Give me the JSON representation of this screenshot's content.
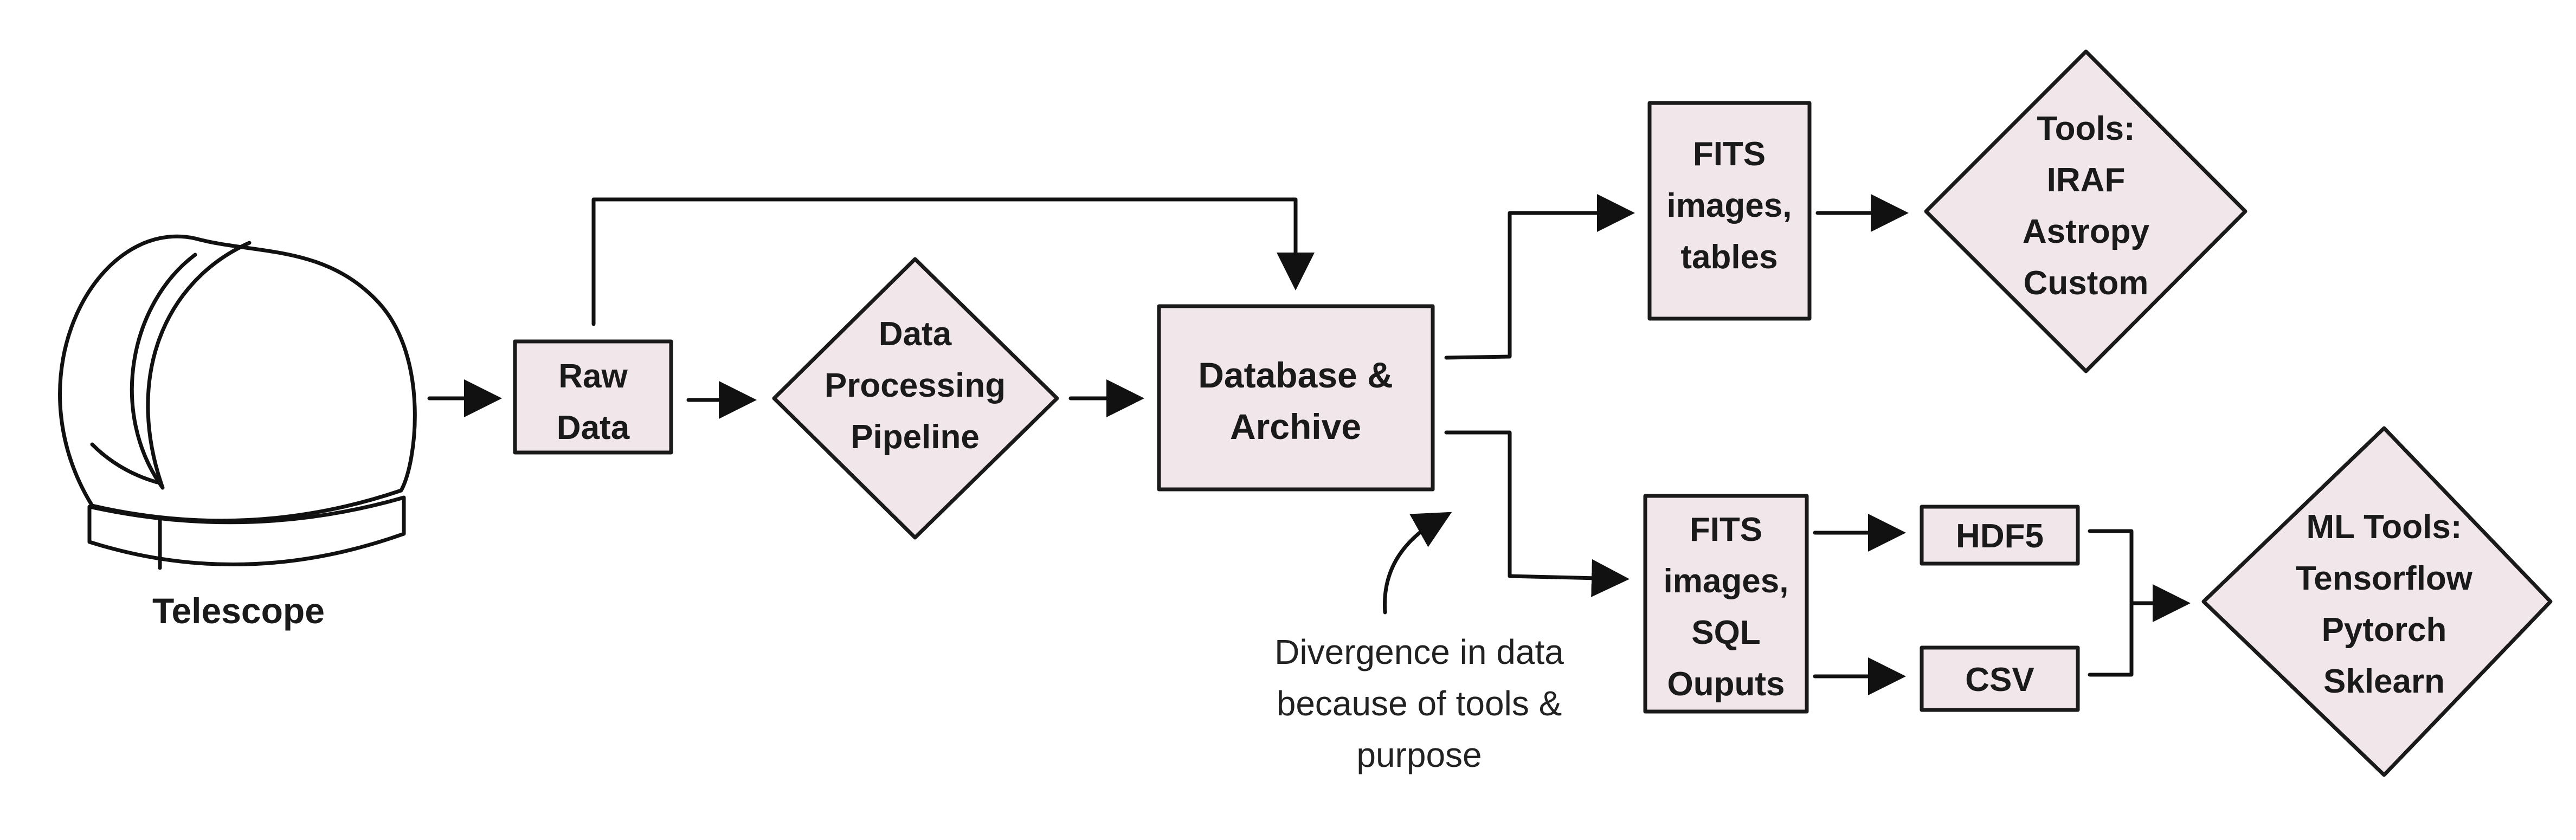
{
  "nodes": {
    "telescope": {
      "label": "Telescope"
    },
    "raw_data": {
      "lines": [
        "Raw",
        "Data"
      ]
    },
    "pipeline": {
      "lines": [
        "Data",
        "Processing",
        "Pipeline"
      ]
    },
    "database": {
      "lines": [
        "Database &",
        "Archive"
      ]
    },
    "fits_tables": {
      "lines": [
        "FITS",
        "images,",
        "tables"
      ]
    },
    "tools": {
      "lines": [
        "Tools:",
        "IRAF",
        "Astropy",
        "Custom"
      ]
    },
    "fits_sql": {
      "lines": [
        "FITS",
        "images,",
        "SQL",
        "Ouputs"
      ]
    },
    "hdf5": {
      "lines": [
        "HDF5"
      ]
    },
    "csv": {
      "lines": [
        "CSV"
      ]
    },
    "ml_tools": {
      "lines": [
        "ML Tools:",
        "Tensorflow",
        "Pytorch",
        "Sklearn"
      ]
    }
  },
  "annotation": {
    "lines": [
      "Divergence in data",
      "because of tools &",
      "purpose"
    ]
  },
  "colors": {
    "node_fill": "#f1e6ea",
    "stroke": "#1a1a1a"
  }
}
